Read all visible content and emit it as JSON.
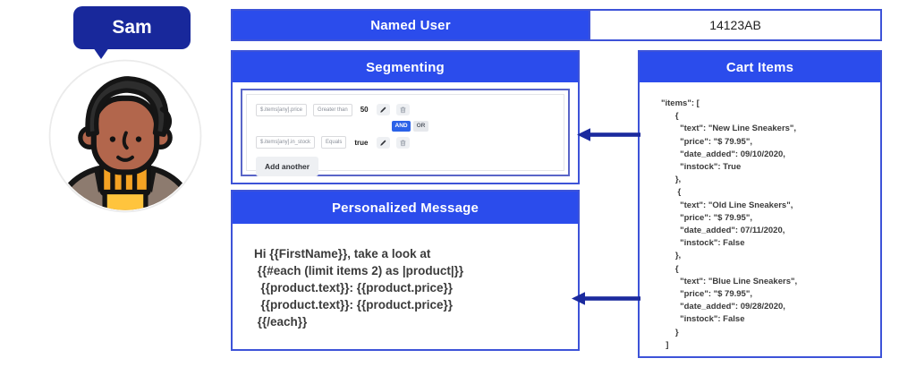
{
  "colors": {
    "header_blue": "#2b4cec",
    "panel_border_blue": "#3d53d8",
    "navy_dark": "#18289b",
    "and_badge_blue": "#2b62e8"
  },
  "user": {
    "name": "Sam"
  },
  "named_user": {
    "label": "Named User",
    "value": "14123AB"
  },
  "segmenting": {
    "title": "Segmenting",
    "rules": [
      {
        "field": "$.items[any].price",
        "operator": "Greater than",
        "value": "50"
      },
      {
        "field": "$.items[any].in_stock",
        "operator": "Equals",
        "value": "true"
      }
    ],
    "conjunction_and": "AND",
    "conjunction_or": "OR",
    "conjunction_selected": "AND",
    "add_button_label": "Add another"
  },
  "personalized_message": {
    "title": "Personalized Message",
    "template_lines": [
      "Hi {{FirstName}}, take a look at",
      " {{#each (limit items 2) as |product|}}",
      "  {{product.text}}: {{product.price}}",
      "  {{product.text}}: {{product.price}}",
      " {{/each}}"
    ]
  },
  "cart_items": {
    "title": "Cart Items",
    "json_lines": [
      "\"items\": [",
      "      {",
      "        \"text\": \"New Line Sneakers\",",
      "        \"price\": \"$ 79.95\",",
      "        \"date_added\": 09/10/2020,",
      "        \"instock\": True",
      "      },",
      "       {",
      "        \"text\": \"Old Line Sneakers\",",
      "        \"price\": \"$ 79.95\",",
      "        \"date_added\": 07/11/2020,",
      "        \"instock\": False",
      "      },",
      "      {",
      "        \"text\": \"Blue Line Sneakers\",",
      "        \"price\": \"$ 79.95\",",
      "        \"date_added\": 09/28/2020,",
      "        \"instock\": False",
      "      }",
      "  ]"
    ]
  },
  "icons": {
    "edit": "pencil-icon",
    "delete": "trash-icon",
    "arrows": "left-arrow"
  }
}
